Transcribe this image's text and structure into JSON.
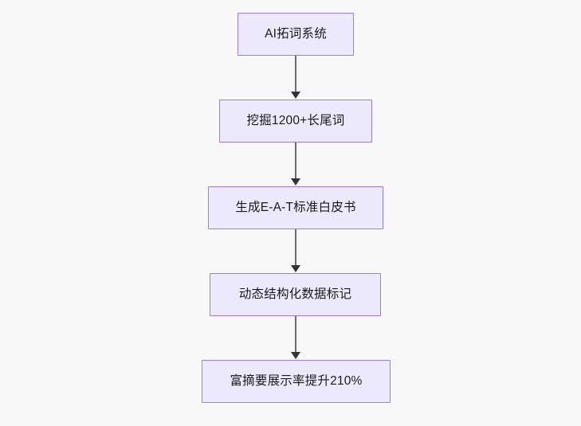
{
  "diagram": {
    "type": "flowchart",
    "orientation": "top-to-bottom",
    "background_color": "#f8f8f8",
    "node_fill_color": "#ece9fc",
    "node_border_color": "#9d7ddb",
    "node_text_color": "#1a1a1a",
    "connector_color": "#6b6b6b",
    "arrowhead_color": "#333333",
    "nodes": [
      {
        "id": "n1",
        "label": "AI拓词系统"
      },
      {
        "id": "n2",
        "label": "挖掘1200+长尾词"
      },
      {
        "id": "n3",
        "label": "生成E-A-T标准白皮书"
      },
      {
        "id": "n4",
        "label": "动态结构化数据标记"
      },
      {
        "id": "n5",
        "label": "富摘要展示率提升210%"
      }
    ],
    "edges": [
      {
        "from": "n1",
        "to": "n2",
        "label": ""
      },
      {
        "from": "n2",
        "to": "n3",
        "label": ""
      },
      {
        "from": "n3",
        "to": "n4",
        "label": ""
      },
      {
        "from": "n4",
        "to": "n5",
        "label": ""
      }
    ]
  }
}
